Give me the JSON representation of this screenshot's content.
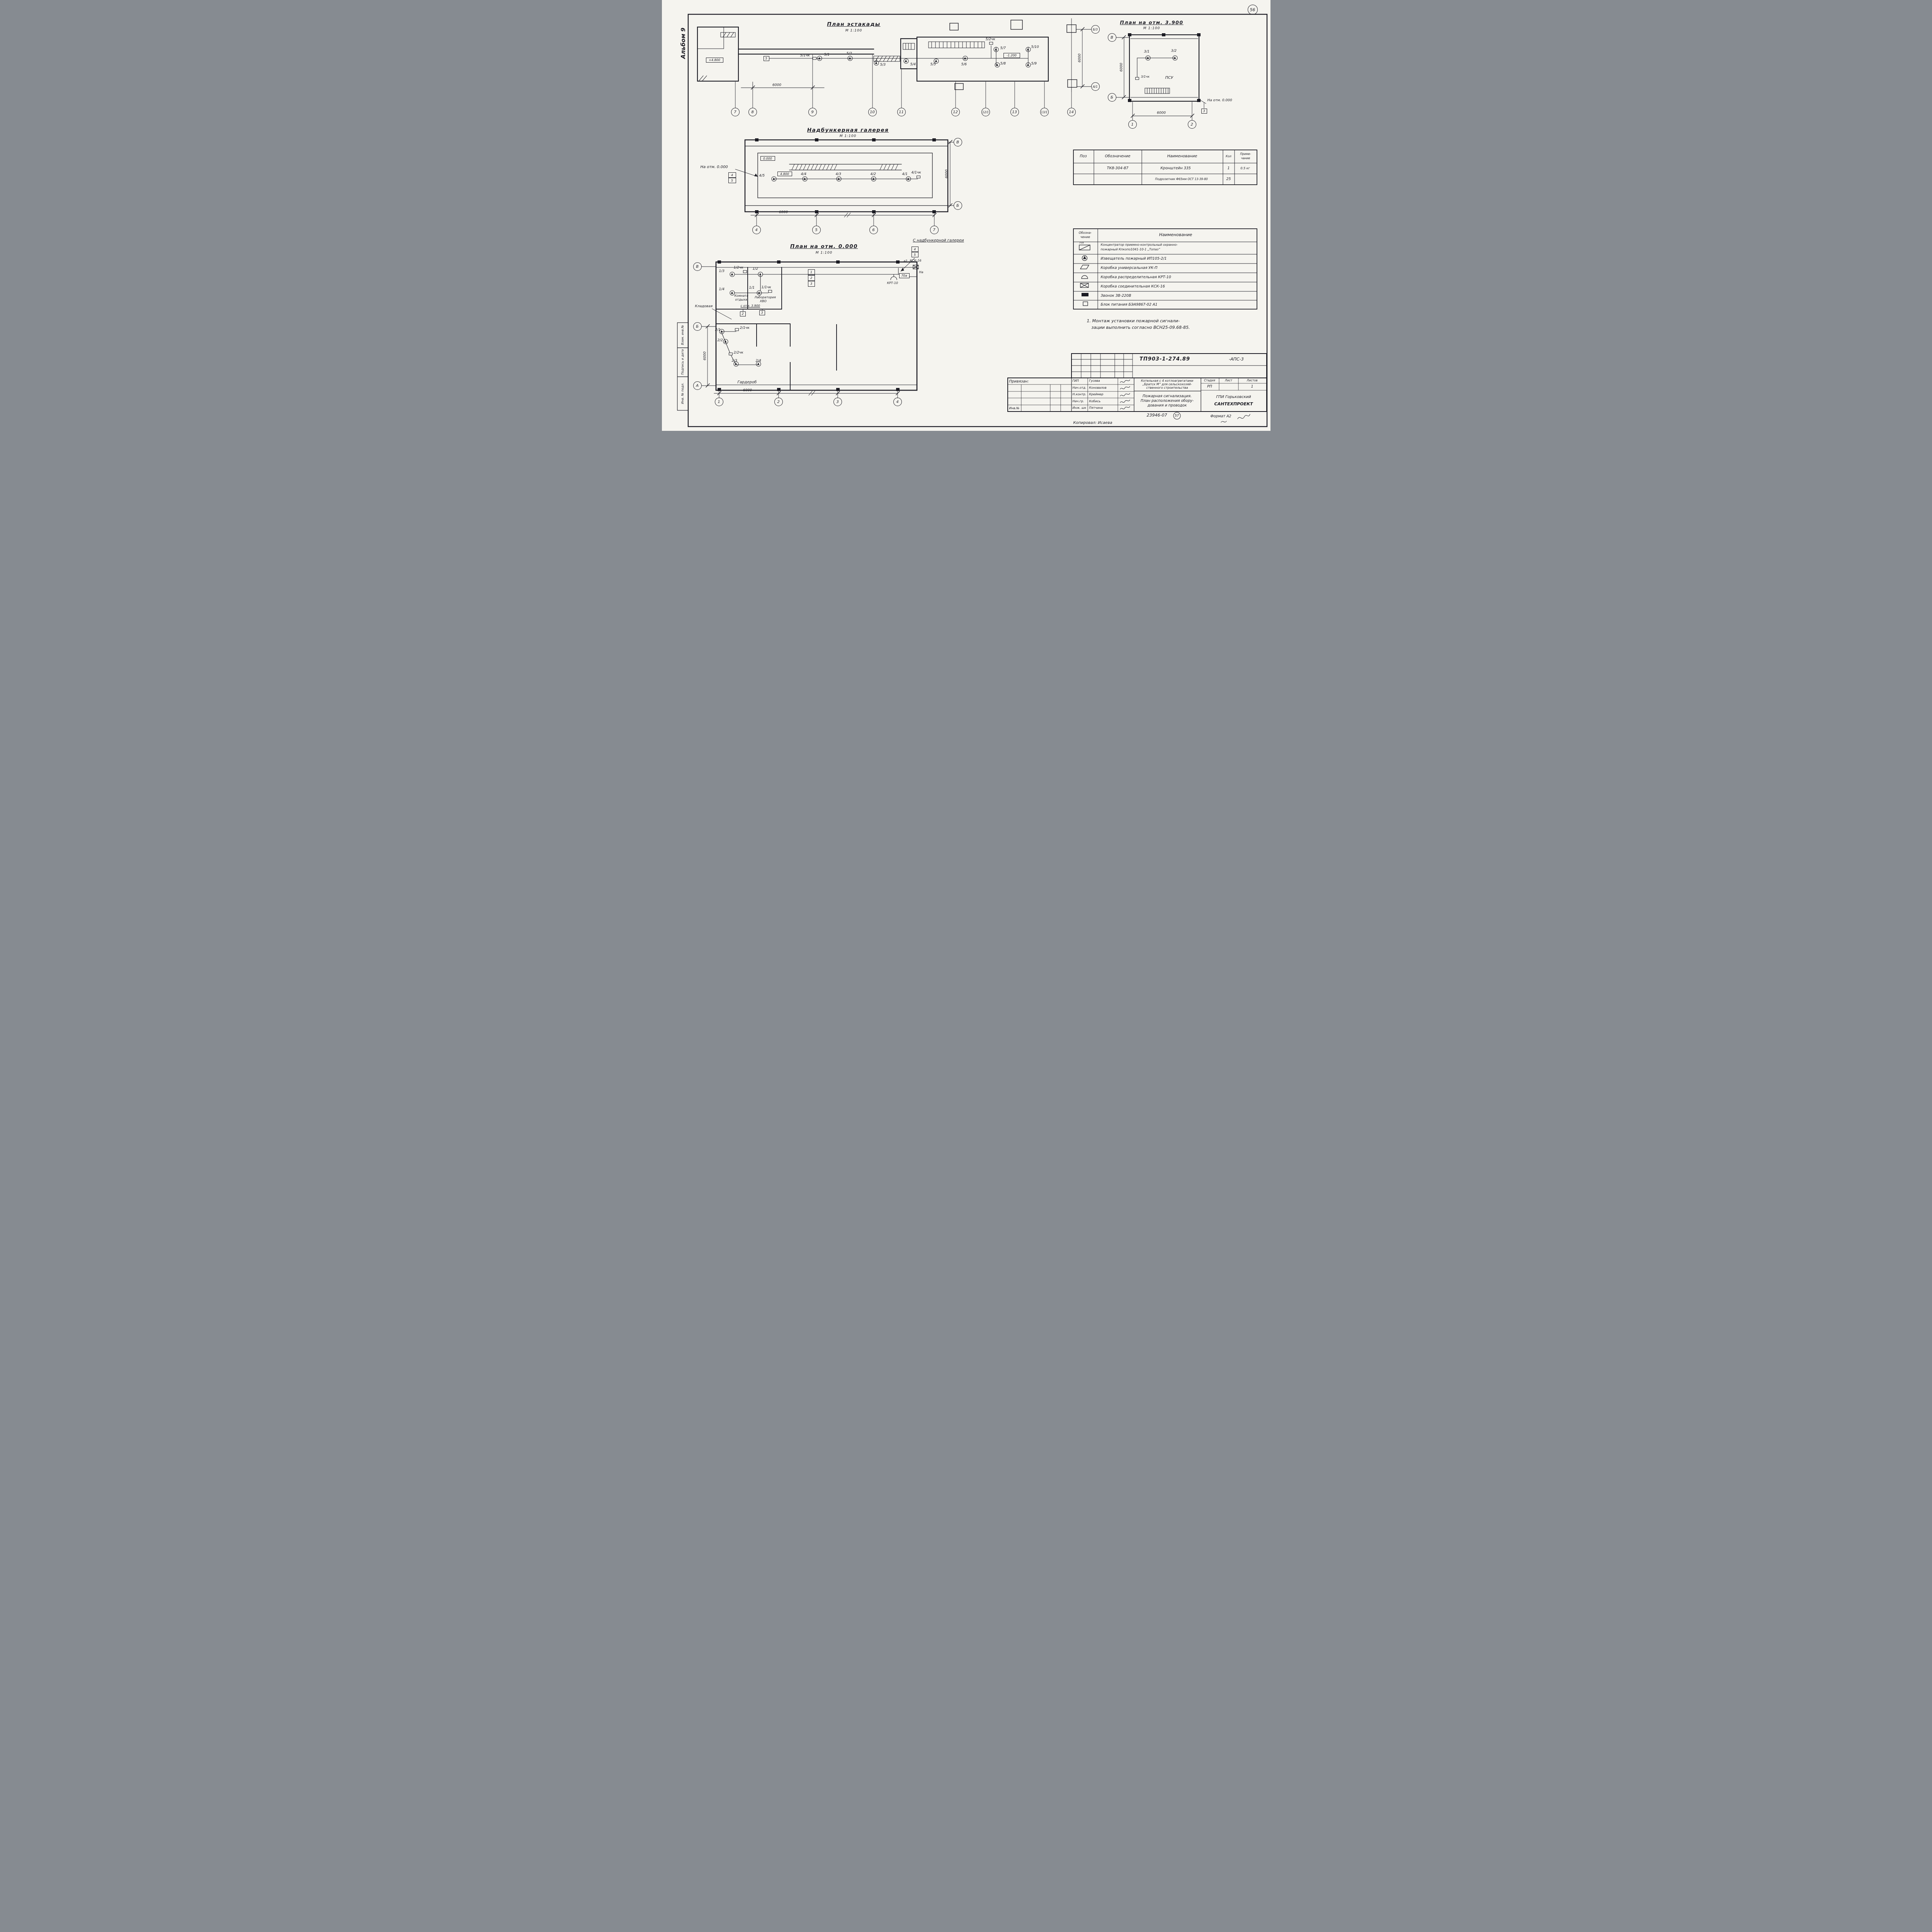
{
  "meta": {
    "album": "Альбом 9",
    "page_circle": "56",
    "copied": "Копировал: Исаева",
    "doc_small": "23946-07",
    "doc_small_circle": "57",
    "format": "Формат А2"
  },
  "side_stamp": {
    "vzam": "Взам. инв.№",
    "podpis": "Подпись и дата",
    "inv_podl": "Инв. № подл."
  },
  "estakada": {
    "title": "План эстакады",
    "scale": "М 1:100",
    "elev_plus": "+4.800",
    "elev_minus": "-1.200",
    "loop": "5",
    "dim": "6000",
    "axes": {
      "a7": "7",
      "a8": "8",
      "a9": "9",
      "a10": "10",
      "a11": "11",
      "a12": "12",
      "a12_1": "12/1",
      "a13": "13",
      "a13_1": "13/1",
      "a14": "14"
    },
    "det": {
      "d51chk": "5/1чк",
      "d51": "5/1",
      "d52": "5/2",
      "d53": "5/3",
      "d54": "5/4",
      "d55": "5/5",
      "d56": "5/6",
      "d52chk": "5/2чк",
      "d57": "5/7",
      "d58": "5/8",
      "d59": "5/9",
      "d510": "5/10"
    }
  },
  "plan3900": {
    "title": "План на отм. 3.900",
    "scale": "М 1:100",
    "axes": {
      "b3": "Б/3",
      "a1": "А/1",
      "v": "В",
      "b": "Б",
      "n1": "1",
      "n2": "2"
    },
    "dim_left": "6000",
    "dim_mid": "6000",
    "dim_bottom": "6000",
    "det": {
      "d31": "3/1",
      "d32": "3/2",
      "d31chk": "3/1чк"
    },
    "psu": "ПСУ",
    "note": "На отм. 0.000",
    "refbox": "3"
  },
  "gallery": {
    "title": "Надбункерная галерея",
    "scale": "М 1:100",
    "note": "На отм. 0.000",
    "ref_top": "4",
    "ref_bot": "5",
    "elev0": "0.000",
    "elev48": "4.800",
    "det": {
      "d45": "4/5",
      "d44": "4/4",
      "d43": "4/3",
      "d42": "4/2",
      "d41": "4/1",
      "d41chk": "4/1чк"
    },
    "axes": {
      "v": "В",
      "b": "Б",
      "n4": "4",
      "n5": "5",
      "n6": "6",
      "n7": "7"
    },
    "dim_bottom": "6000",
    "dim_right": "6000"
  },
  "plan0": {
    "title": "План на отм. 0.000",
    "scale": "М 1:100",
    "from_gallery": "С надбункерной галереи",
    "ref_top": "4",
    "ref_bot": "5",
    "det": {
      "d13": "1/3",
      "d12chk": "1/2чк",
      "d12": "1/2",
      "d14": "1/4",
      "d11": "1/1",
      "d11chk": "1/1чк",
      "d21": "2/1",
      "d21chk": "2/1чк",
      "d22": "2/2",
      "d22chk": "2/2чк",
      "d23": "2/3",
      "d24": "2/4"
    },
    "rooms": {
      "rest1": "Комната",
      "rest2": "отдыха",
      "lab1": "Лаборатория",
      "lab2": "ХВО",
      "from3900": "с отм. 3.900",
      "storage": "Кладовая",
      "wardrobe": "Гардероб"
    },
    "boxes": {
      "b2": "2",
      "b3": "3",
      "l1": "1",
      "l2": "2",
      "l3": "3",
      "deg": "70а"
    },
    "labels": {
      "a2": "а2",
      "ksk": "КСК-16",
      "krt": "КРТ-10",
      "na": "На"
    },
    "axes": {
      "v": "В",
      "b": "Б",
      "a": "А",
      "n1": "1",
      "n2": "2",
      "n3": "3",
      "n4": "4"
    },
    "dim_bottom": "6000",
    "dim_left": "6000"
  },
  "spec": {
    "h_poz": "Поз",
    "h_ozn": "Обозначение",
    "h_name": "Наименование",
    "h_qty": "Кол",
    "h_note1": "Приме-",
    "h_note2": "чание",
    "r1_ozn": "ТК8-304-87",
    "r1_name": "Кронштейн 335",
    "r1_qty": "1",
    "r1_note": "0.5 кг",
    "r2_name": "Подрозетник Ф65мм ОСТ 13-39-80",
    "r2_qty": "25"
  },
  "legend": {
    "h_sym1": "Обозна-",
    "h_sym2": "чение",
    "h_name": "Наименование",
    "topaz_tag": "70а",
    "r1a": "Концентратор  приемно-контрольный  охранно-",
    "r1b": "пожарный  Кпкопо1041-10-1  „Топаз”",
    "r2": "Извещатель пожарный  ИП105-2/1",
    "r3": "Коробка универсальная  УК-П",
    "r4": "Коробка  распределительная  КРТ-10",
    "r5": "Коробка  соединительная  КСК-16",
    "r6": "Звонок  ЗВ-220В",
    "r7": "Блок  питания  БЭА9867-02 А1"
  },
  "note": {
    "l1": "1. Монтаж  установки  пожарной  сигнали-",
    "l2": "зации  выполнить  согласно  ВСН25-09.68-85."
  },
  "tb": {
    "doc": "ТП903-1-274.89",
    "code": "-АПС-3",
    "privyazan": "Привязан:",
    "inv": "Инв.№",
    "roles": {
      "r1": "ГИП",
      "r2": "Нач.отд.",
      "r3": "Н.контр.",
      "r4": "Нач.гр.",
      "r5": "Инж. шк"
    },
    "names": {
      "n1": "Гусева",
      "n2": "Коновалов",
      "n3": "Креймер",
      "n4": "Кобись",
      "n5": "Пятчина"
    },
    "proj1": "Котельная с 4 котлоагрегатами",
    "proj2": "„Братск М” для сельскохозяй-",
    "proj3": "ственного строительства",
    "st1": "Пожарная сигнализация.",
    "st2": "План расположения обору-",
    "st3": "дования и проводок",
    "h_stage": "Стадия",
    "h_sheet": "Лист",
    "h_sheets": "Листов",
    "stage": "РП",
    "sheets": "1",
    "org1": "ГПИ Горьковский",
    "org2": "САНТЕХПРОЕКТ"
  }
}
